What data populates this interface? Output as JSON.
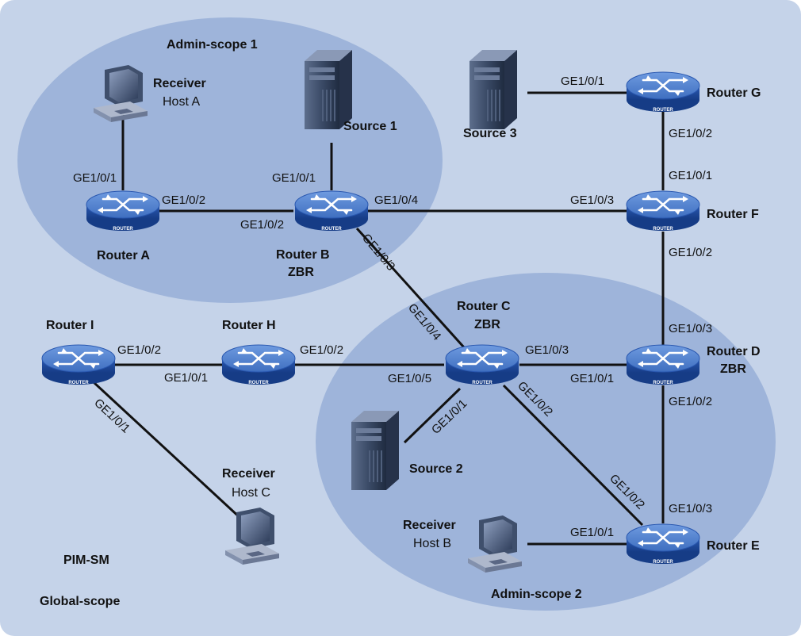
{
  "scopes": {
    "admin1": "Admin-scope 1",
    "admin2": "Admin-scope 2",
    "pim": "PIM-SM",
    "global": "Global-scope"
  },
  "router_badge": "ROUTER",
  "routers": {
    "A": {
      "name": "Router A",
      "role": ""
    },
    "B": {
      "name": "Router B",
      "role": "ZBR"
    },
    "C": {
      "name": "Router C",
      "role": "ZBR"
    },
    "D": {
      "name": "Router D",
      "role": "ZBR"
    },
    "E": {
      "name": "Router E",
      "role": ""
    },
    "F": {
      "name": "Router F",
      "role": ""
    },
    "G": {
      "name": "Router G",
      "role": ""
    },
    "H": {
      "name": "Router H",
      "role": ""
    },
    "I": {
      "name": "Router I",
      "role": ""
    }
  },
  "hosts": {
    "A": {
      "role": "Receiver",
      "name": "Host A"
    },
    "B": {
      "role": "Receiver",
      "name": "Host B"
    },
    "C": {
      "role": "Receiver",
      "name": "Host C"
    }
  },
  "sources": {
    "s1": "Source 1",
    "s2": "Source 2",
    "s3": "Source 3"
  },
  "ports": {
    "ra_up": "GE1/0/1",
    "ra_right": "GE1/0/2",
    "rb_left": "GE1/0/2",
    "rb_up": "GE1/0/1",
    "rb_right": "GE1/0/4",
    "rb_diag": "GE1/0/3",
    "rc_diag": "GE1/0/4",
    "rc_left": "GE1/0/5",
    "rc_right": "GE1/0/3",
    "rc_src": "GE1/0/1",
    "rc_down": "GE1/0/2",
    "rd_left": "GE1/0/1",
    "rd_up": "GE1/0/3",
    "rd_down": "GE1/0/2",
    "re_diag": "GE1/0/2",
    "re_up": "GE1/0/3",
    "re_left": "GE1/0/1",
    "rf_left": "GE1/0/3",
    "rf_up": "GE1/0/1",
    "rf_down": "GE1/0/2",
    "rg_left": "GE1/0/1",
    "rg_down": "GE1/0/2",
    "rh_left": "GE1/0/1",
    "rh_right": "GE1/0/2",
    "ri_right": "GE1/0/2",
    "ri_diag": "GE1/0/1"
  },
  "colors": {
    "background": "#c5d3e9",
    "scope_ellipse": "#9eb4da",
    "router_top": "#4a7cc8",
    "router_body": "#1d4aa0"
  }
}
